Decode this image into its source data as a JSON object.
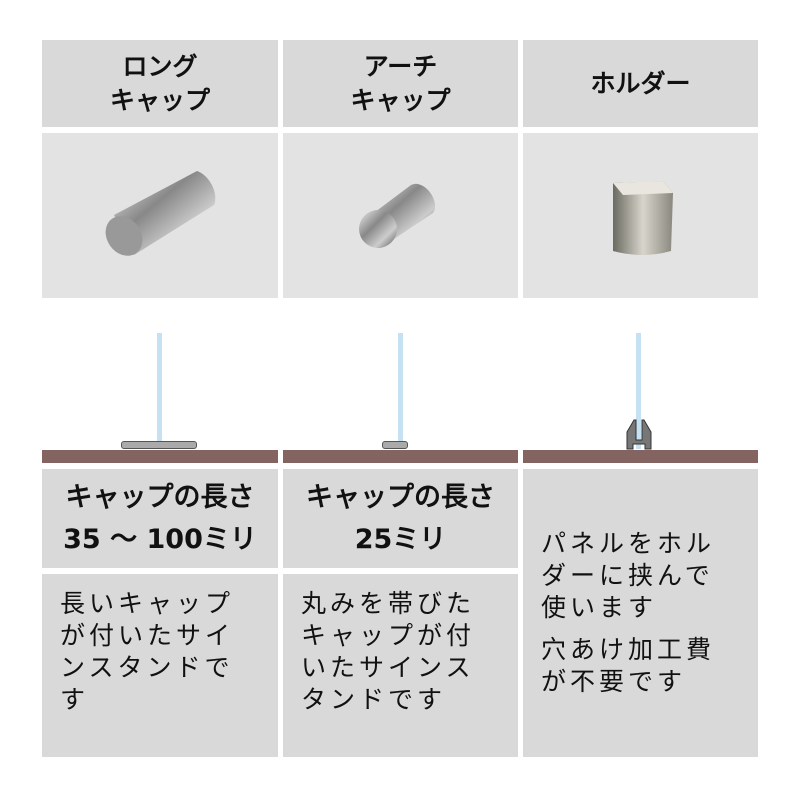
{
  "columns": [
    {
      "title_line1": "ロング",
      "title_line2": "キャップ",
      "spec_line1": "キャップの長さ",
      "spec_line2": "35 ～ 100ミリ",
      "description": "長いキャップが付いたサインスタンドです"
    },
    {
      "title_line1": "アーチ",
      "title_line2": "キャップ",
      "spec_line1": "キャップの長さ",
      "spec_line2": "25ミリ",
      "description": "丸みを帯びたキャップが付いたサインスタンドです"
    },
    {
      "title_line1": "ホルダー",
      "description": "パネルをホルダーに挟んで使います",
      "description2": "穴あけ加工費が不要です"
    }
  ],
  "colors": {
    "cell": "#d9d9d9",
    "floor": "#846461",
    "glass": "#c6e2f2"
  }
}
